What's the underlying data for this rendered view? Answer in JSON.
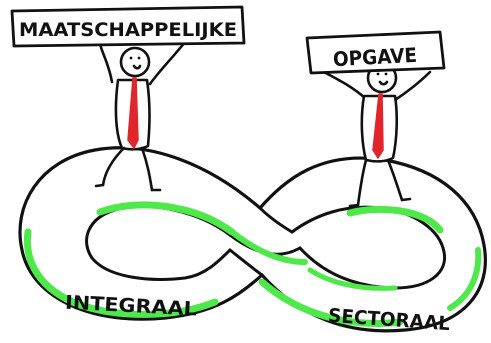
{
  "signs": {
    "left": "MAATSCHAPPELIJKE",
    "right": "OPGAVE"
  },
  "loop_labels": {
    "left": "INTEGRAAL",
    "right": "SECTORAAL"
  },
  "colors": {
    "ink": "#111111",
    "tie": "#e0262a",
    "highlight": "#4fe84a",
    "background": "#ffffff"
  },
  "icons": [
    "stick-figure-left",
    "stick-figure-right",
    "infinity-loop"
  ]
}
